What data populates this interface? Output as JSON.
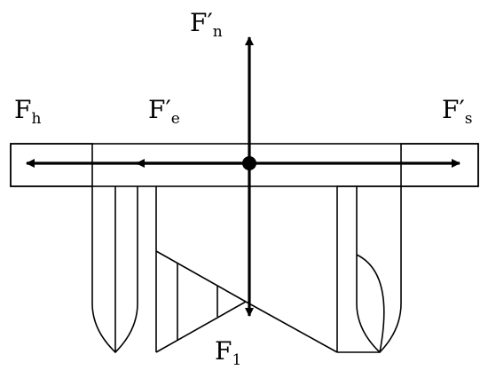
{
  "labels": {
    "fn": {
      "main": "F",
      "prime": "′",
      "sub": "n"
    },
    "fh": {
      "main": "F",
      "sub": "h"
    },
    "fe": {
      "main": "F",
      "prime": "′",
      "sub": "e"
    },
    "fs": {
      "main": "F",
      "prime": "′",
      "sub": "s"
    },
    "f1": {
      "main": "F",
      "sub": "1"
    }
  },
  "colors": {
    "stroke": "#000000",
    "fill": "#ffffff"
  }
}
